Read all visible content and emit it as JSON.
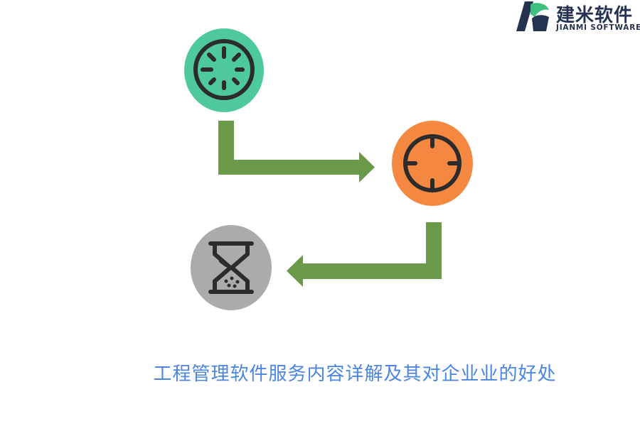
{
  "logo": {
    "name_cn": "建米软件",
    "name_en": "JIANMI SOFTWARE",
    "mark_colors": [
      "#25324f",
      "#3fc07f"
    ]
  },
  "diagram": {
    "nodes": [
      {
        "id": "gauge",
        "icon": "gauge-icon",
        "color": "#4ec99b"
      },
      {
        "id": "target",
        "icon": "target-icon",
        "color": "#f58840"
      },
      {
        "id": "hourglass",
        "icon": "hourglass-icon",
        "color": "#ababab"
      }
    ],
    "connectors": [
      {
        "from": "gauge",
        "to": "target",
        "color": "#6a9a49"
      },
      {
        "from": "target",
        "to": "hourglass",
        "color": "#6a9a49"
      }
    ],
    "icon_stroke_color": "#2c2c2c"
  },
  "caption": "工程管理软件服务内容详解及其对企业业的好处"
}
